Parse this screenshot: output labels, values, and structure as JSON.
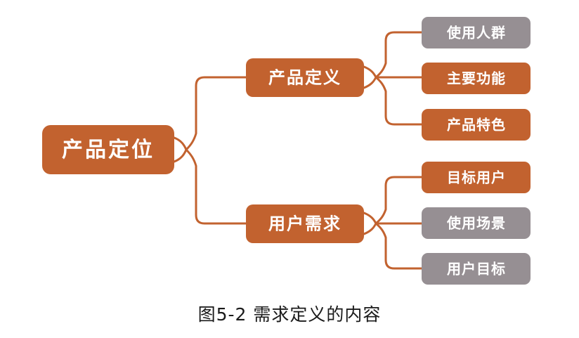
{
  "figure": {
    "caption": "图5-2 需求定义的内容",
    "colors": {
      "orange": "#c2622f",
      "gray": "#968f93",
      "connector": "#c2622f",
      "node_text": "#ffffff",
      "caption_text": "#1a1a1a",
      "background": "#ffffff"
    }
  },
  "diagram": {
    "type": "mindmap",
    "root": {
      "label": "产品定位",
      "level": 1,
      "color": "orange"
    },
    "branches": [
      {
        "label": "产品定义",
        "level": 2,
        "color": "orange",
        "children": [
          {
            "label": "使用人群",
            "level": 3,
            "color": "gray"
          },
          {
            "label": "主要功能",
            "level": 3,
            "color": "orange"
          },
          {
            "label": "产品特色",
            "level": 3,
            "color": "orange"
          }
        ]
      },
      {
        "label": "用户需求",
        "level": 2,
        "color": "orange",
        "children": [
          {
            "label": "目标用户",
            "level": 3,
            "color": "orange"
          },
          {
            "label": "使用场景",
            "level": 3,
            "color": "gray"
          },
          {
            "label": "用户目标",
            "level": 3,
            "color": "gray"
          }
        ]
      }
    ]
  }
}
